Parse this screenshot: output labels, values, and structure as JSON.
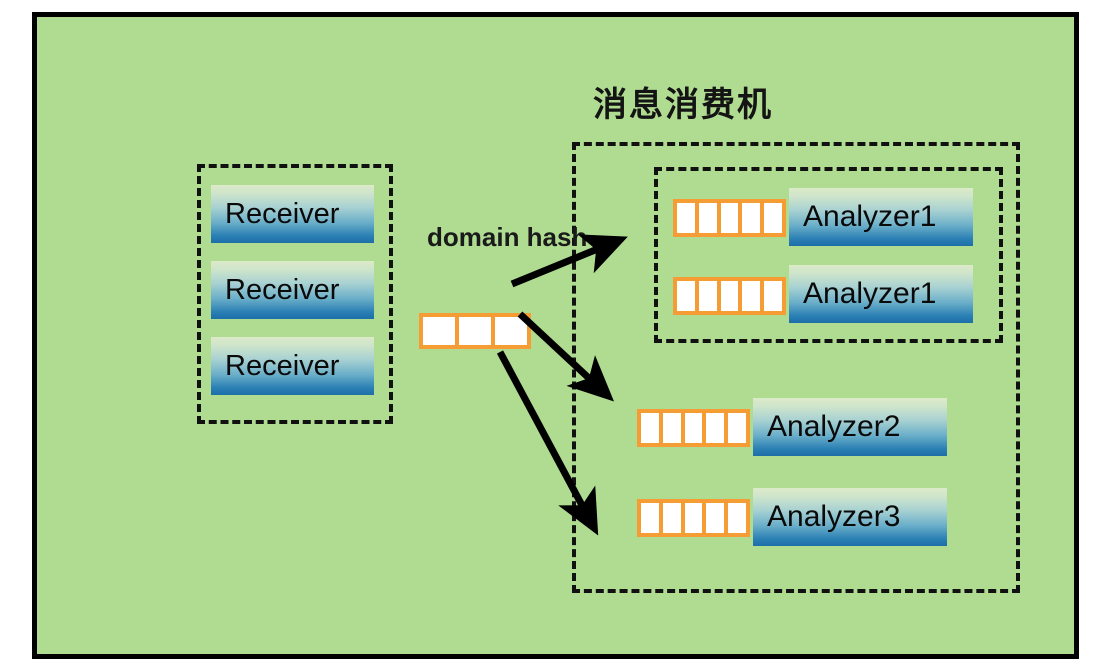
{
  "figure": {
    "title": "消息消费机",
    "background_color": "#b0dc92",
    "frame_color": "#000000",
    "queue_color": "#f59c34",
    "node_gradient_top": "#dceac8",
    "node_gradient_bottom": "#1d6ea8"
  },
  "labels": {
    "domain_hash": "domain hash"
  },
  "receivers": {
    "items": [
      {
        "label": "Receiver"
      },
      {
        "label": "Receiver"
      },
      {
        "label": "Receiver"
      }
    ]
  },
  "main_queue": {
    "cells": 3
  },
  "analyzers": [
    {
      "label": "Analyzer1",
      "queue_cells": 5
    },
    {
      "label": "Analyzer1",
      "queue_cells": 5
    },
    {
      "label": "Analyzer2",
      "queue_cells": 5
    },
    {
      "label": "Analyzer3",
      "queue_cells": 5
    }
  ]
}
